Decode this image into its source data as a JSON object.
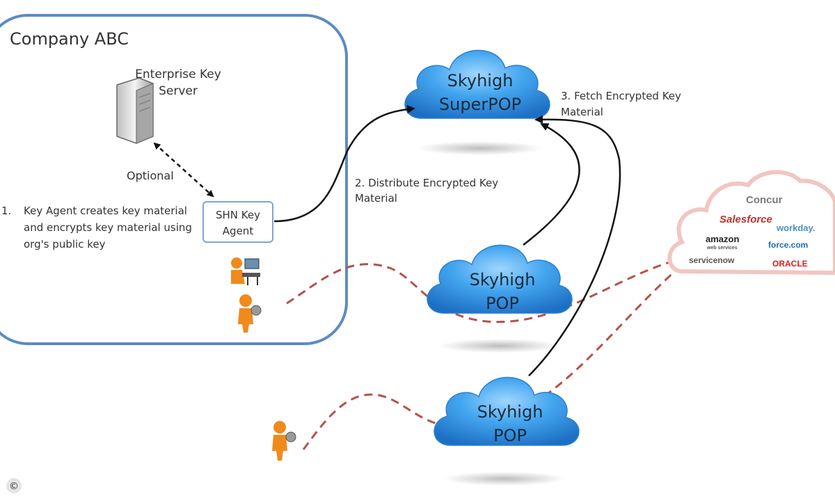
{
  "company": {
    "name": "Company ABC"
  },
  "key_server": {
    "line1": "Enterprise Key",
    "line2": "Server"
  },
  "optional_label": "Optional",
  "agent": {
    "line1": "SHN Key",
    "line2": "Agent"
  },
  "steps": {
    "step1": {
      "number": "1.",
      "line1": "Key Agent creates key material",
      "line2": "and encrypts key material using",
      "line3": "org's public key"
    },
    "step2": {
      "line1": "2. Distribute Encrypted Key",
      "line2": "Material"
    },
    "step3": {
      "line1": "3. Fetch Encrypted Key",
      "line2": "Material"
    }
  },
  "clouds": {
    "superpop": {
      "line1": "Skyhigh",
      "line2": "SuperPOP"
    },
    "pop1": {
      "line1": "Skyhigh",
      "line2": "POP"
    },
    "pop2": {
      "line1": "Skyhigh",
      "line2": "POP"
    }
  },
  "saas_logos": {
    "concur": "Concur",
    "salesforce": "Salesforce",
    "workday": "workday.",
    "amazon": "amazon",
    "amazon_sub": "web services",
    "force": "force.com",
    "servicenow": "servicenow",
    "oracle": "ORACLE"
  },
  "copyright": "©",
  "colors": {
    "company_border": "#5b8cc4",
    "cloud_fill": "#3d9ae0",
    "dashed_line": "#b5524a",
    "person": "#f08a1c"
  }
}
